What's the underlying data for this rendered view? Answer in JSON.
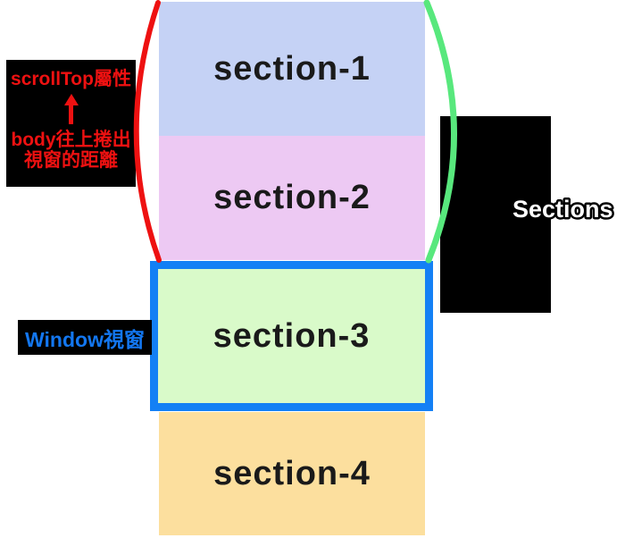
{
  "canvas": {
    "bg": "#ffffff"
  },
  "sections": [
    {
      "label": "section-1",
      "color": "#c5d2f5"
    },
    {
      "label": "section-2",
      "color": "#edc9f3"
    },
    {
      "label": "section-3",
      "color": "#d9fac9"
    },
    {
      "label": "section-4",
      "color": "#fcdf9e"
    }
  ],
  "scrolltop_label": {
    "title": "scrollTop屬性",
    "desc_line1": "body往上捲出",
    "desc_line2": "視窗的距離",
    "text_color": "#ee1111",
    "bg_color": "#000000",
    "arrow_icon": "up-arrow"
  },
  "window_label": {
    "text": "Window視窗",
    "text_color": "#1377f0",
    "bg_color": "#000000"
  },
  "right_label": {
    "text": "Sections",
    "fill_color": "#ffffff",
    "outline_color": "#000000",
    "bg_color": "#000000"
  },
  "annotations": {
    "scroll_distance_curve_color": "#ee1111",
    "section_offset_curve_color": "#58e87d",
    "window_border_color": "#1380f5"
  }
}
